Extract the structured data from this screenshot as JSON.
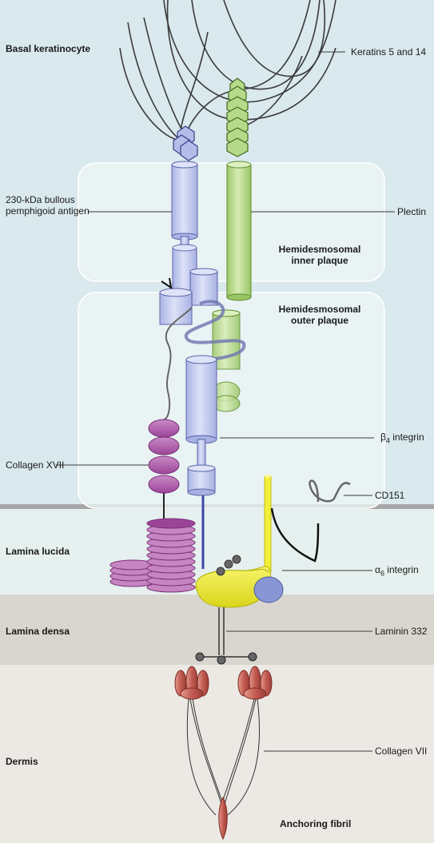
{
  "regions": {
    "basal": "Basal keratinocyte",
    "lucida": "Lamina lucida",
    "densa": "Lamina densa",
    "dermis": "Dermis"
  },
  "plaques": {
    "inner_1": "Hemidesmosomal",
    "inner_2": "inner plaque",
    "outer_1": "Hemidesmosomal",
    "outer_2": "outer plaque"
  },
  "labels": {
    "keratins": "Keratins 5 and 14",
    "bp_1": "230-kDa bullous",
    "bp_2": "pemphigoid antigen",
    "plectin": "Plectin",
    "beta4": "β",
    "beta4_sub": "4",
    "beta4_suffix": " integrin",
    "collagen17": "Collagen XVII",
    "cd151": "CD151",
    "alpha6": "α",
    "alpha6_sub": "6",
    "alpha6_suffix": " integrin",
    "laminin": "Laminin 332",
    "collagen7": "Collagen VII",
    "anchoring": "Anchoring fibril"
  },
  "colors": {
    "cell_bg": "#d9e9ee",
    "lucida_bg": "#e6f0ef",
    "densa_bg": "#d8d6cf",
    "dermis_bg": "#ece9e4",
    "bp_blue": "#c6cdf0",
    "plectin_green": "#b6d98a",
    "collagen_purple": "#b25fb0",
    "alpha6_yellow": "#f2ef3a",
    "fibril_red": "#c0574f"
  }
}
